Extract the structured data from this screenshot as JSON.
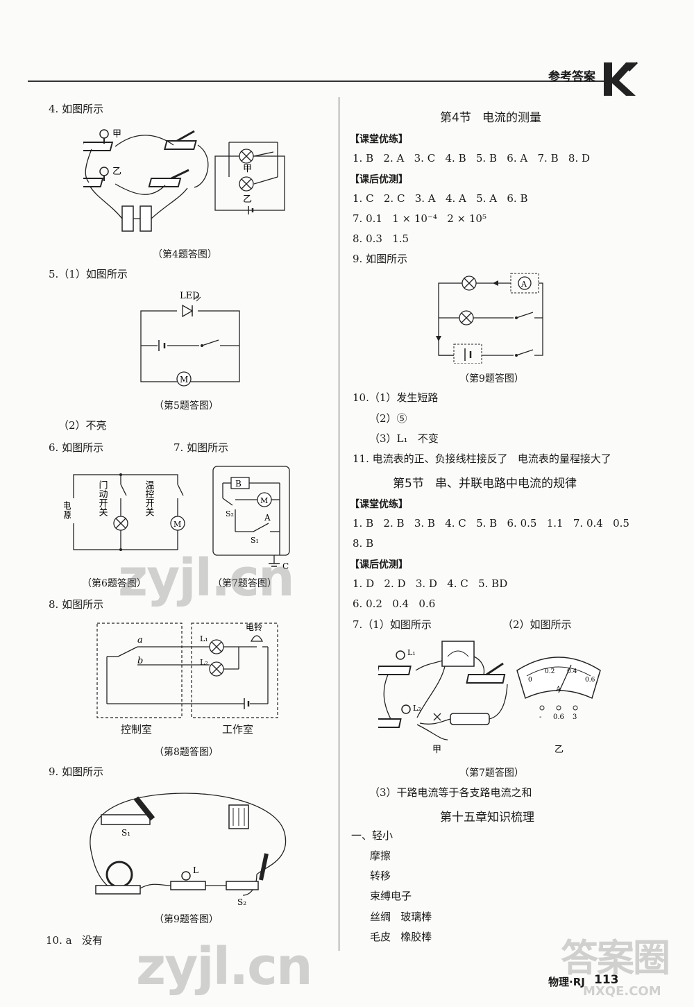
{
  "header": {
    "label": "参考答案"
  },
  "footer": {
    "subject": "物理·RJ",
    "page": "113"
  },
  "watermarks": [
    "zyjl.cn",
    "zyjl.cn",
    "答案圈",
    "MXQE.COM"
  ],
  "left": {
    "q4": "4. 如图所示",
    "q4_caption": "（第4题答图）",
    "q4_labels": {
      "jia": "甲",
      "yi": "乙"
    },
    "q5": "5.（1）如图所示",
    "q5_led": "LED",
    "q5_motor": "M",
    "q5_caption": "（第5题答图）",
    "q5_2": "（2）不亮",
    "q6": "6. 如图所示",
    "q7": "7. 如图所示",
    "q6_labels": {
      "power": "电源",
      "door": "门动开关",
      "temp": "温控开关",
      "motor": "M"
    },
    "q6_caption": "（第6题答图）",
    "q7_labels": {
      "B": "B",
      "M": "M",
      "S2": "S₂",
      "A": "A",
      "S1": "S₁",
      "C": "C"
    },
    "q7_caption": "（第7题答图）",
    "q8": "8. 如图所示",
    "q8_labels": {
      "a": "a",
      "b": "b",
      "L1": "L₁",
      "L2": "L₂",
      "bell": "电铃",
      "control": "控制室",
      "work": "工作室"
    },
    "q8_caption": "（第8题答图）",
    "q9": "9. 如图所示",
    "q9_labels": {
      "S1": "S₁",
      "L": "L",
      "S2": "S₂"
    },
    "q9_caption": "（第9题答图）",
    "q10": "10. a   没有"
  },
  "right": {
    "sec4_title": "第4节   电流的测量",
    "sec4_b1": "【课堂优练】",
    "sec4_a1": "1. B   2. A   3. C   4. B   5. B   6. A   7. B   8. D",
    "sec4_b2": "【课后优测】",
    "sec4_a2": "1. C   2. C   3. A   4. A   5. A   6. B",
    "sec4_a7": "7. 0.1   1 × 10⁻⁴   2 × 10⁵",
    "sec4_a8": "8. 0.3   1.5",
    "sec4_q9": "9. 如图所示",
    "sec4_q9_A": "A",
    "sec4_q9_caption": "（第9题答图）",
    "sec4_q10_1": "10.（1）发生短路",
    "sec4_q10_2": "（2）⑤",
    "sec4_q10_3": "（3）L₁   不变",
    "sec4_q11": "11. 电流表的正、负接线柱接反了   电流表的量程接大了",
    "sec5_title": "第5节   串、并联电路中电流的规律",
    "sec5_b1": "【课堂优练】",
    "sec5_a1": "1. B   2. B   3. B   4. C   5. B   6. 0.5   1.1   7. 0.4   0.5",
    "sec5_a1b": "8. B",
    "sec5_b2": "【课后优测】",
    "sec5_a2": "1. D   2. D   3. D   4. C   5. BD",
    "sec5_a6": "6. 0.2   0.4   0.6",
    "sec5_q7_1": "7.（1）如图所示",
    "sec5_q7_2": "（2）如图所示",
    "sec5_q7_labels": {
      "L1": "L₁",
      "L2": "L₂",
      "jia": "甲",
      "yi": "乙",
      "A": "A",
      "ticks": [
        "0",
        "0.2",
        "0.4",
        "0.6"
      ],
      "terminals": [
        "-",
        "0.6",
        "3"
      ]
    },
    "sec5_q7_caption": "（第7题答图）",
    "sec5_q7_3": "（3）干路电流等于各支路电流之和",
    "ch15_title": "第十五章知识梳理",
    "ch15_items": [
      "一、轻小",
      "摩擦",
      "转移",
      "束缚电子",
      "丝绸   玻璃棒",
      "毛皮   橡胶棒"
    ]
  }
}
